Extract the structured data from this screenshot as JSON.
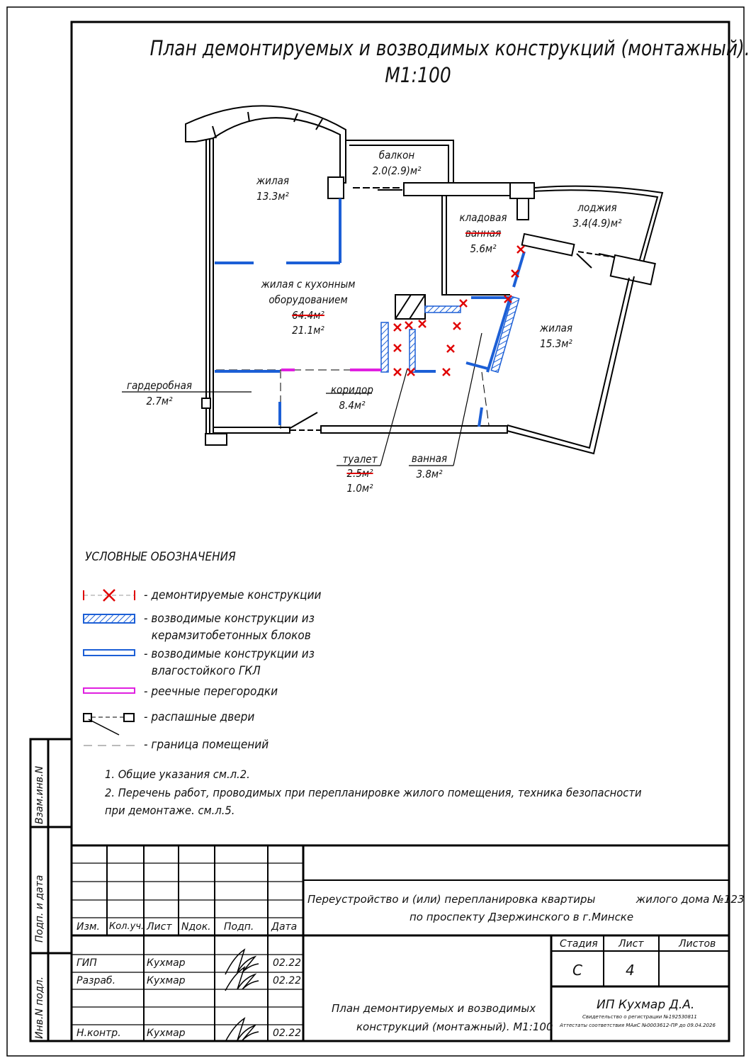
{
  "title": {
    "line1": "План демонтируемых и возводимых конструкций (монтажный).",
    "line2": "М1:100"
  },
  "rooms": {
    "living1": {
      "name": "жилая",
      "area": "13.3м²"
    },
    "balcony": {
      "name": "балкон",
      "area": "2.0(2.9)м²"
    },
    "storage": {
      "name": "кладовая",
      "old_name": "ванная",
      "area": "5.6м²"
    },
    "loggia": {
      "name": "лоджия",
      "area": "3.4(4.9)м²"
    },
    "living_kitchen": {
      "name1": "жилая с кухонным",
      "name2": "оборудованием",
      "old_area": "64.4м²",
      "area": "21.1м²"
    },
    "living2": {
      "name": "жилая",
      "area": "15.3м²"
    },
    "wardrobe": {
      "name": "гардеробная",
      "area": "2.7м²"
    },
    "corridor": {
      "name": "коридор",
      "area": "8.4м²"
    },
    "toilet": {
      "name": "туалет",
      "old_area": "2.5м²",
      "area": "1.0м²"
    },
    "bathroom": {
      "name": "ванная",
      "area": "3.8м²"
    }
  },
  "legend": {
    "title": "УСЛОВНЫЕ ОБОЗНАЧЕНИЯ",
    "items": [
      {
        "text1": "- демонтируемые конструкции",
        "text2": "",
        "color": "#e00000"
      },
      {
        "text1": "- возводимые конструкции из",
        "text2": "керамзитобетонных блоков",
        "color": "#1c5fd6"
      },
      {
        "text1": "- возводимые конструкции из",
        "text2": "влагостойкого ГКЛ",
        "color": "#1c5fd6"
      },
      {
        "text1": "- реечные перегородки",
        "text2": "",
        "color": "#e020e0"
      },
      {
        "text1": "- распашные двери",
        "text2": ""
      },
      {
        "text1": "- граница помещений",
        "text2": ""
      }
    ]
  },
  "notes": [
    "1.  Общие указания см.л.2.",
    "2.  Перечень работ, проводимых при перепланировке жилого помещения, техника безопасности",
    "при демонтаже. см.л.5."
  ],
  "side_labels": {
    "a": "Взам.инв.N",
    "b": "Подп. и дата",
    "c": "Инв.N подл."
  },
  "titleblock": {
    "headers": [
      "Изм.",
      "Кол.уч.",
      "Лист",
      "Nдок.",
      "Подп.",
      "Дата"
    ],
    "rows": [
      {
        "role": "ГИП",
        "name": "Кухмар",
        "date": "02.22"
      },
      {
        "role": "Разраб.",
        "name": "Кухмар",
        "date": "02.22"
      },
      {
        "role": "Н.контр.",
        "name": "Кухмар",
        "date": "02.22"
      }
    ],
    "project_line1": "Переустройство и (или) перепланировка квартиры            жилого дома №123",
    "project_line2": "по проспекту Дзержинского в г.Минске",
    "stage_label": "Стадия",
    "sheet_label": "Лист",
    "sheets_label": "Листов",
    "stage": "С",
    "sheet": "4",
    "sheets": "",
    "drawing_line1": "План демонтируемых и возводимых",
    "drawing_line2": "конструкций (монтажный). М1:100",
    "company": "ИП Кухмар Д.А.",
    "cert1": "Свидетельство о регистрации №192530811",
    "cert2": "Аттестаты соответствия МАиС №0003612-ПР до 09.04.2026"
  }
}
